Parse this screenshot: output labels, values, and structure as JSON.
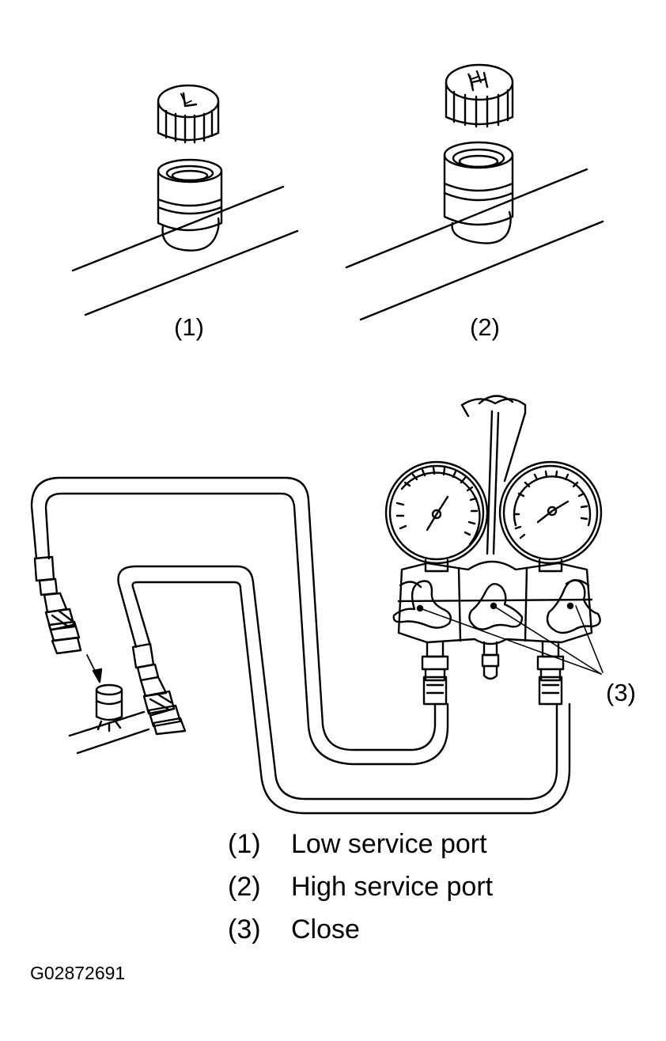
{
  "callouts": {
    "c1": "(1)",
    "c2": "(2)",
    "c3": "(3)"
  },
  "cap_letters": {
    "low": "L",
    "high": "H"
  },
  "legend": [
    {
      "num": "(1)",
      "text": "Low service port"
    },
    {
      "num": "(2)",
      "text": "High service port"
    },
    {
      "num": "(3)",
      "text": "Close"
    }
  ],
  "figure_id": "G02872691"
}
